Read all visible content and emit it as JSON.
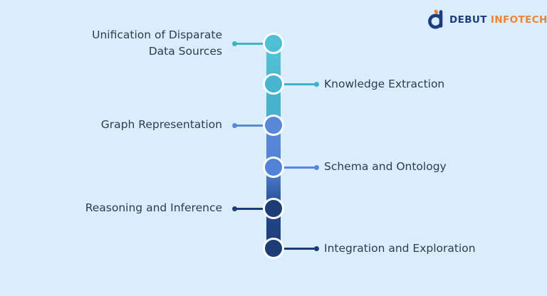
{
  "background_color": "#d9edfa",
  "text_color": "#303a54",
  "logo": {
    "word1": "DEBUT",
    "word2": "INFOTECH",
    "navy": "#1e3d7d",
    "orange": "#f08236",
    "icon": "debut-infotech-d-mark"
  },
  "diagram": {
    "spine_gradient": {
      "top": "#56c4d8",
      "teal": "#47b2cb",
      "blue_start": "#5b88d9",
      "blue_end": "#5081d4",
      "navy_start": "#24478c",
      "bottom": "#1d3c76"
    },
    "nodes": [
      {
        "label": "Unification of Disparate Data Sources",
        "side": "left",
        "color": "#4fc0d4",
        "connector_color": "#3fb2c8"
      },
      {
        "label": "Knowledge Extraction",
        "side": "right",
        "color": "#49b4cd",
        "connector_color": "#3fb2c8"
      },
      {
        "label": "Graph Representation",
        "side": "left",
        "color": "#5b87d8",
        "connector_color": "#5b87d8"
      },
      {
        "label": "Schema and Ontology",
        "side": "right",
        "color": "#5183d6",
        "connector_color": "#5b87d8"
      },
      {
        "label": "Reasoning and Inference",
        "side": "left",
        "color": "#1e3c75",
        "connector_color": "#1e3c75"
      },
      {
        "label": "Integration and Exploration",
        "side": "right",
        "color": "#1e3c75",
        "connector_color": "#1e3c75"
      }
    ]
  }
}
